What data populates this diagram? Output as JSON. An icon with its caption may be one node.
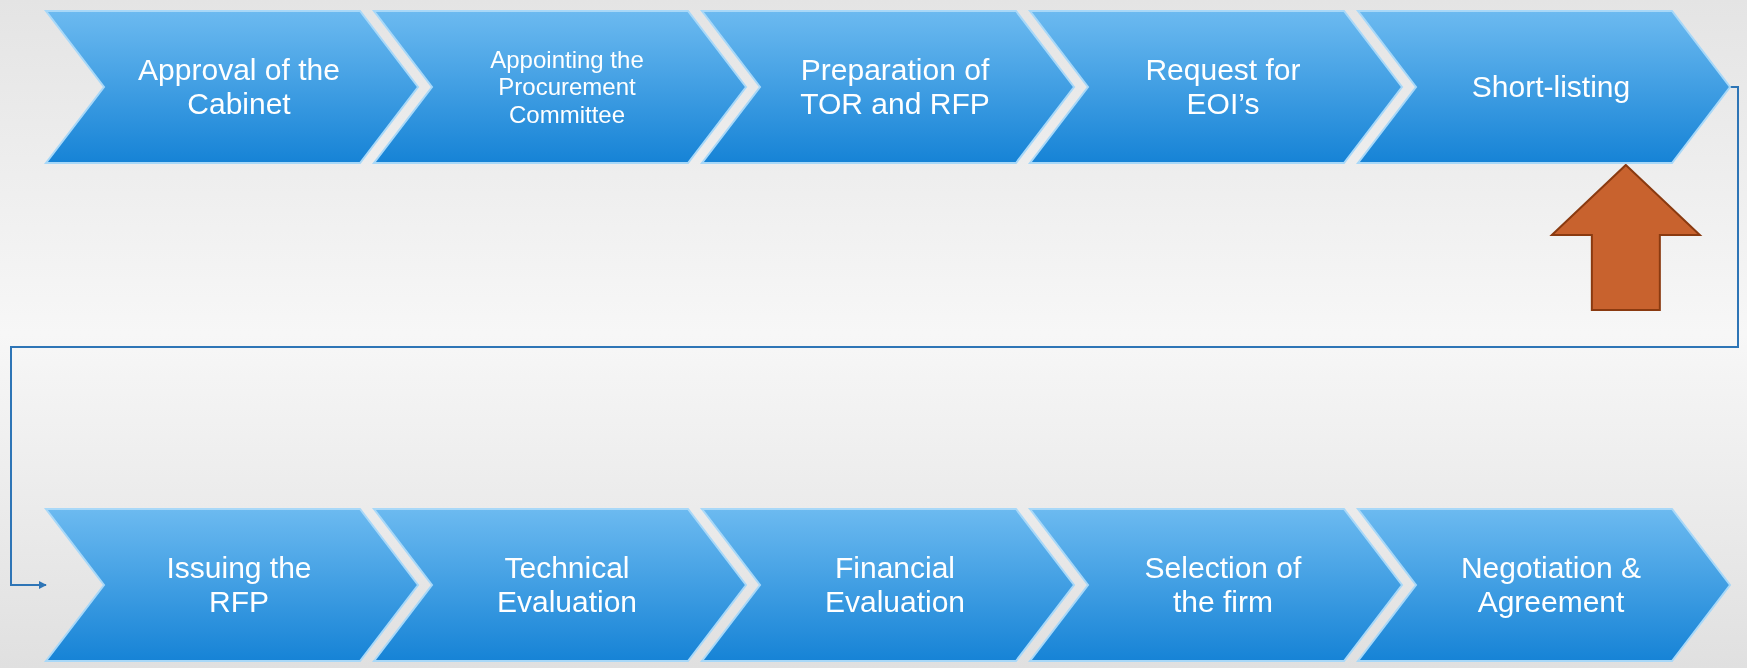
{
  "diagram": {
    "nodes": [
      {
        "text": [
          "Approval of the Cabinet"
        ]
      },
      {
        "text": [
          "Appointing the Procurement Committee"
        ]
      },
      {
        "text": [
          "Preparation of TOR and RFP"
        ]
      },
      {
        "text": [
          "Request for EOI’s"
        ]
      },
      {
        "text": [
          "Short-listing"
        ]
      },
      {
        "text": [
          "Issuing the RFP"
        ]
      },
      {
        "text": [
          "Technical Evaluation"
        ]
      },
      {
        "text": [
          "Financial Evaluation"
        ]
      },
      {
        "text": [
          "Selection of the firm"
        ]
      },
      {
        "text": [
          "Negotiation & Agreement"
        ]
      }
    ],
    "edges": [
      {
        "from": 4,
        "to": 5,
        "arrow": "to"
      },
      {
        "from": null,
        "to": 4,
        "arrow": "to",
        "style": "thick",
        "color": "#c8622e"
      }
    ]
  }
}
